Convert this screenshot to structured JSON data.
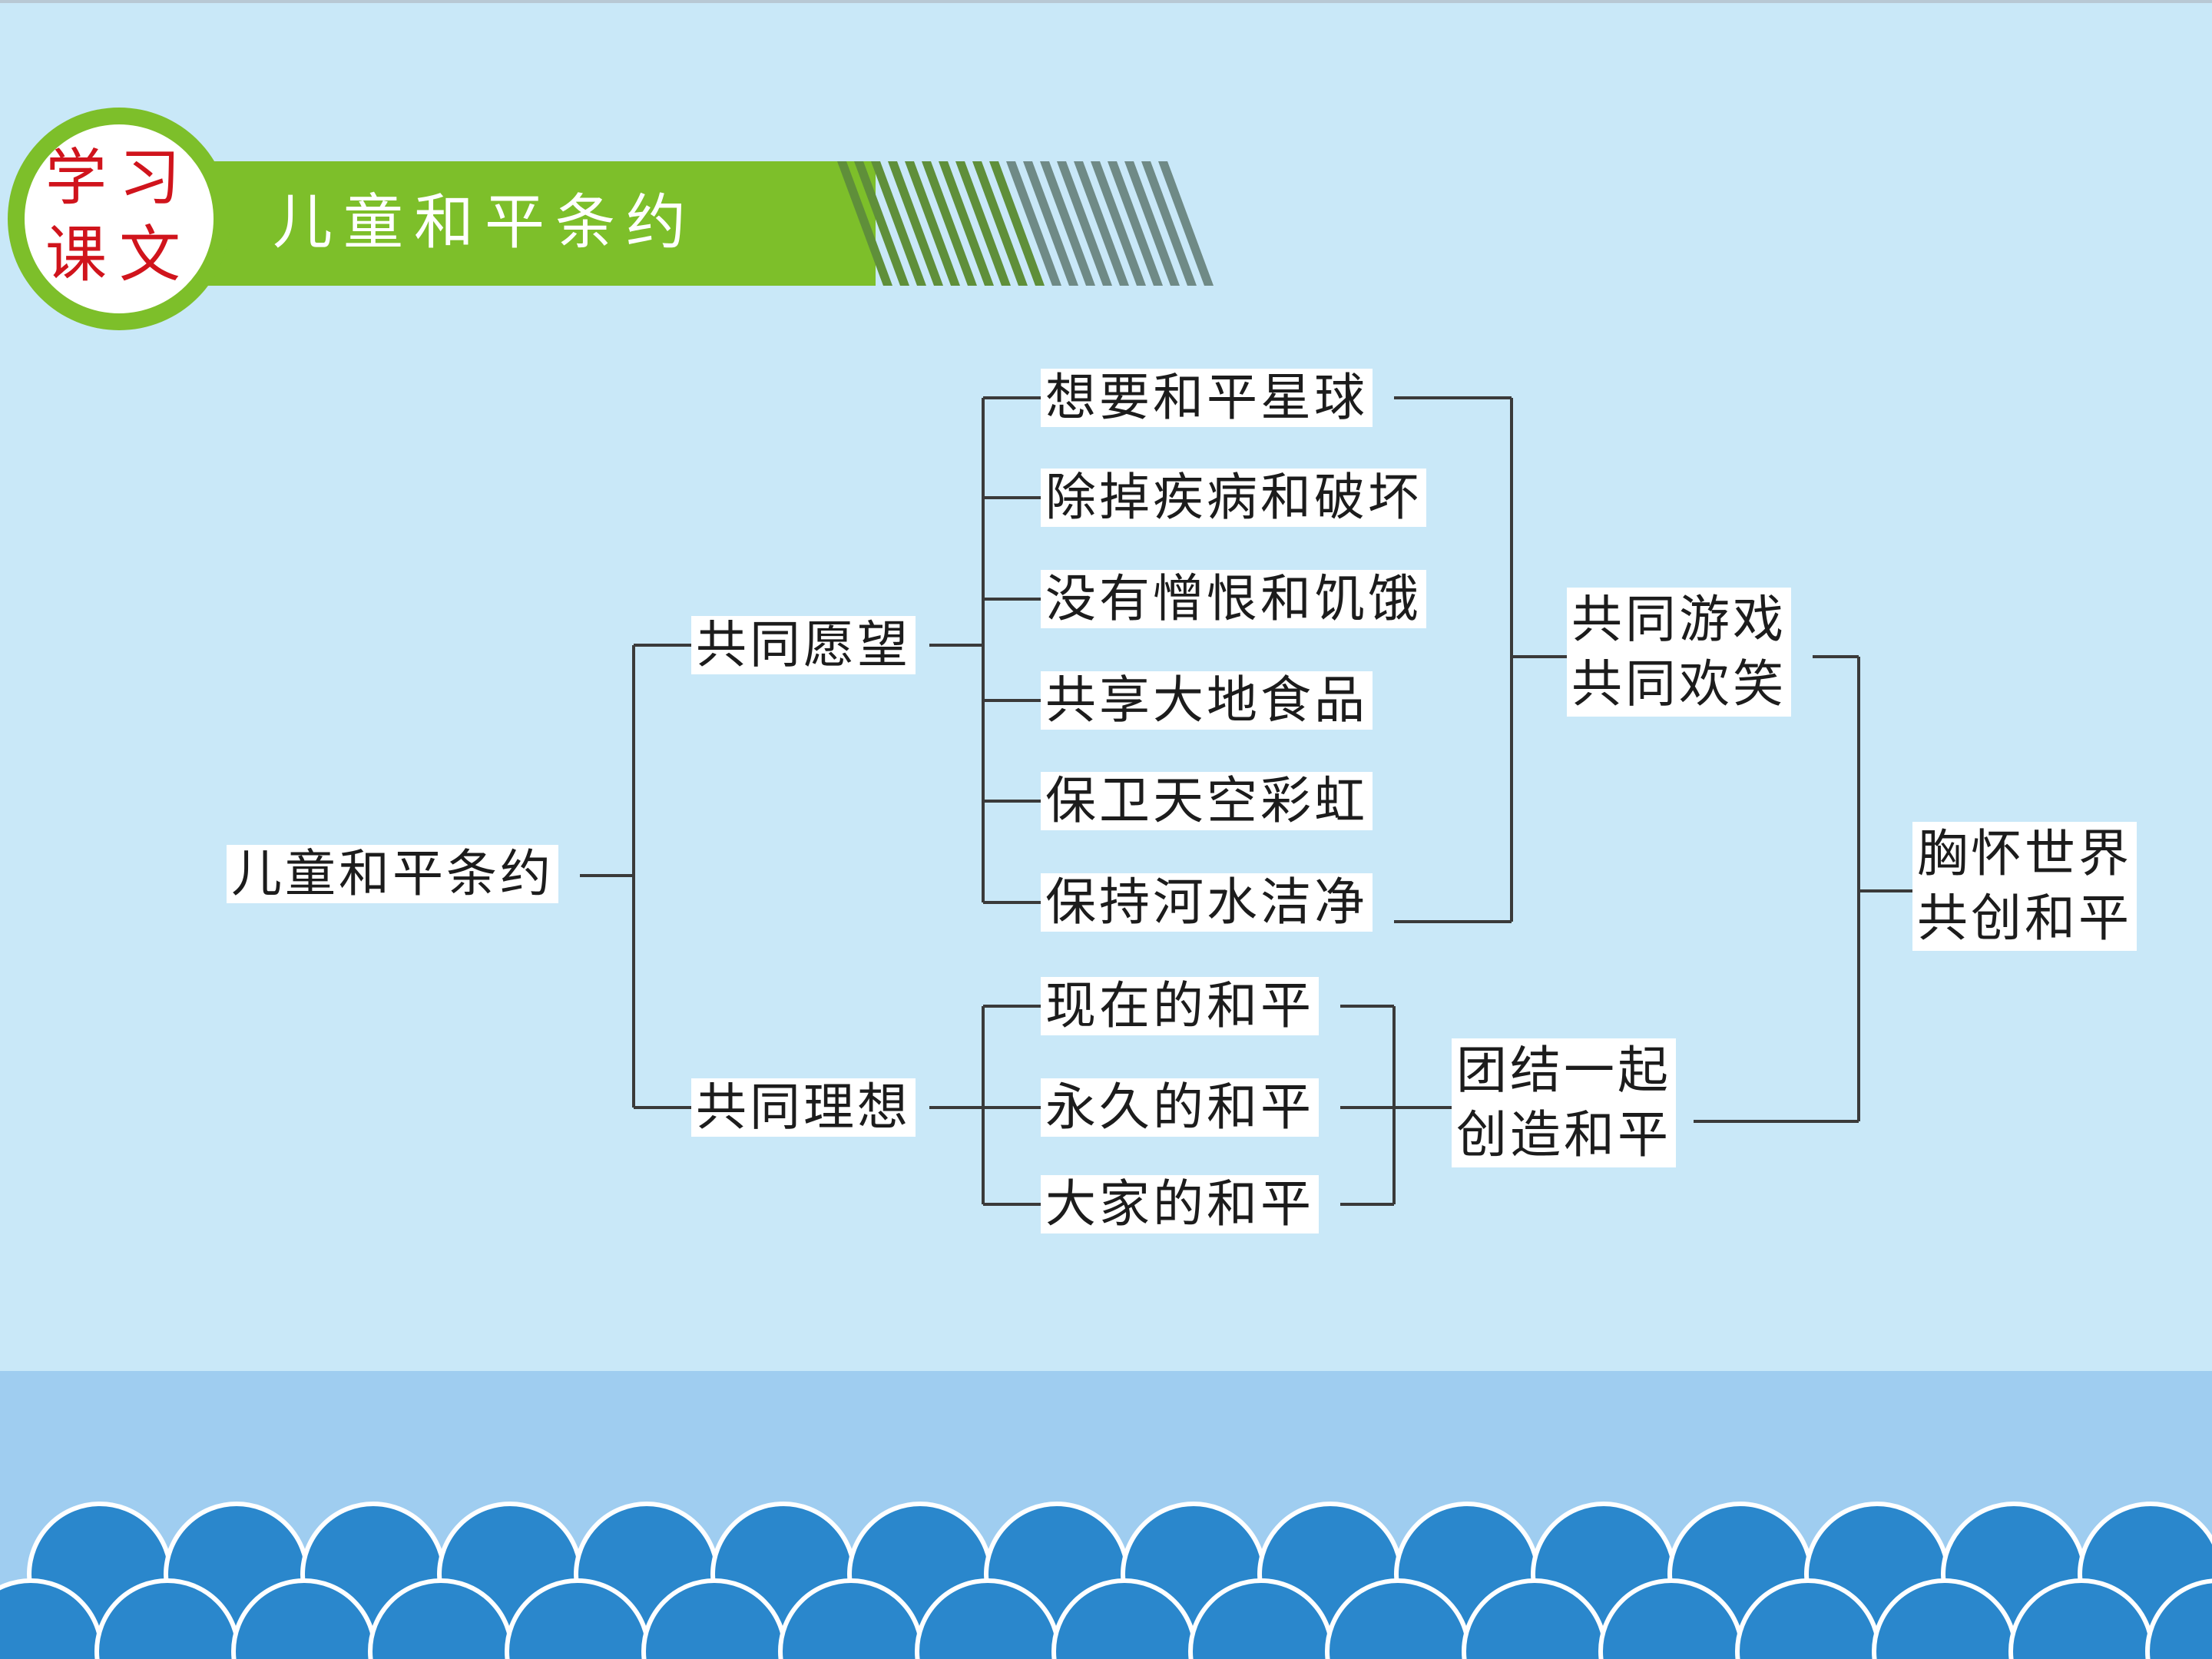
{
  "colors": {
    "background": "#c9e8f8",
    "banner_green": "#7dbf2a",
    "badge_text": "#d0141c",
    "wave_blue": "#2a87cc",
    "band_blue": "#9fcdf0"
  },
  "header": {
    "badge_line1": "学习",
    "badge_line2": "课文",
    "title": "儿童和平条约"
  },
  "diagram": {
    "root": "儿童和平条约",
    "branch_wish": "共同愿望",
    "wishes": [
      "想要和平星球",
      "除掉疾病和破坏",
      "没有憎恨和饥饿",
      "共享大地食品",
      "保卫天空彩虹",
      "保持河水洁净"
    ],
    "wish_result": [
      "共同游戏",
      "共同欢笑"
    ],
    "branch_ideal": "共同理想",
    "ideals": [
      "现在的和平",
      "永久的和平",
      "大家的和平"
    ],
    "ideal_result": [
      "团结一起",
      "创造和平"
    ],
    "final": [
      "胸怀世界",
      "共创和平"
    ]
  }
}
